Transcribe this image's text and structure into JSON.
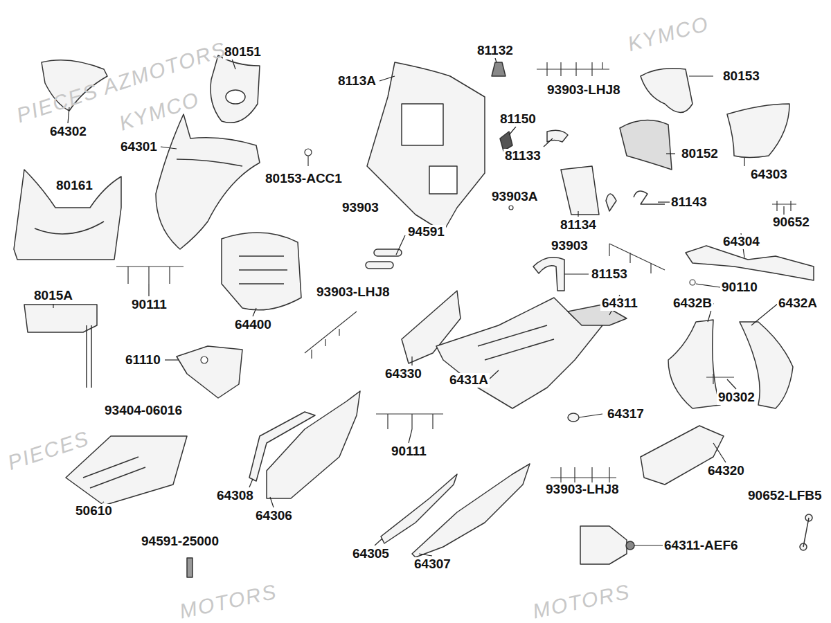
{
  "diagram": {
    "labels": [
      "64302",
      "80151",
      "8113A",
      "81132",
      "93903-LHJ8",
      "80153",
      "64301",
      "81150",
      "81133",
      "80152",
      "64303",
      "80153-ACC1",
      "80161",
      "93903A",
      "81143",
      "93903",
      "81134",
      "94591",
      "90652",
      "93903",
      "64304",
      "90111",
      "64400",
      "81153",
      "90110",
      "93903-LHJ8",
      "64311",
      "6432B",
      "6432A",
      "8015A",
      "61110",
      "64330",
      "6431A",
      "90302",
      "93404-06016",
      "64317",
      "90111",
      "64320",
      "50610",
      "64308",
      "64306",
      "93903-LHJ8",
      "90652-LFB5",
      "94591-25000",
      "64305",
      "64307",
      "64311-AEF6",
      "PIECES AZMOTORS",
      "KYMCO",
      "PIECES",
      "KYMCO",
      "MOTORS",
      "MOTORS"
    ]
  }
}
